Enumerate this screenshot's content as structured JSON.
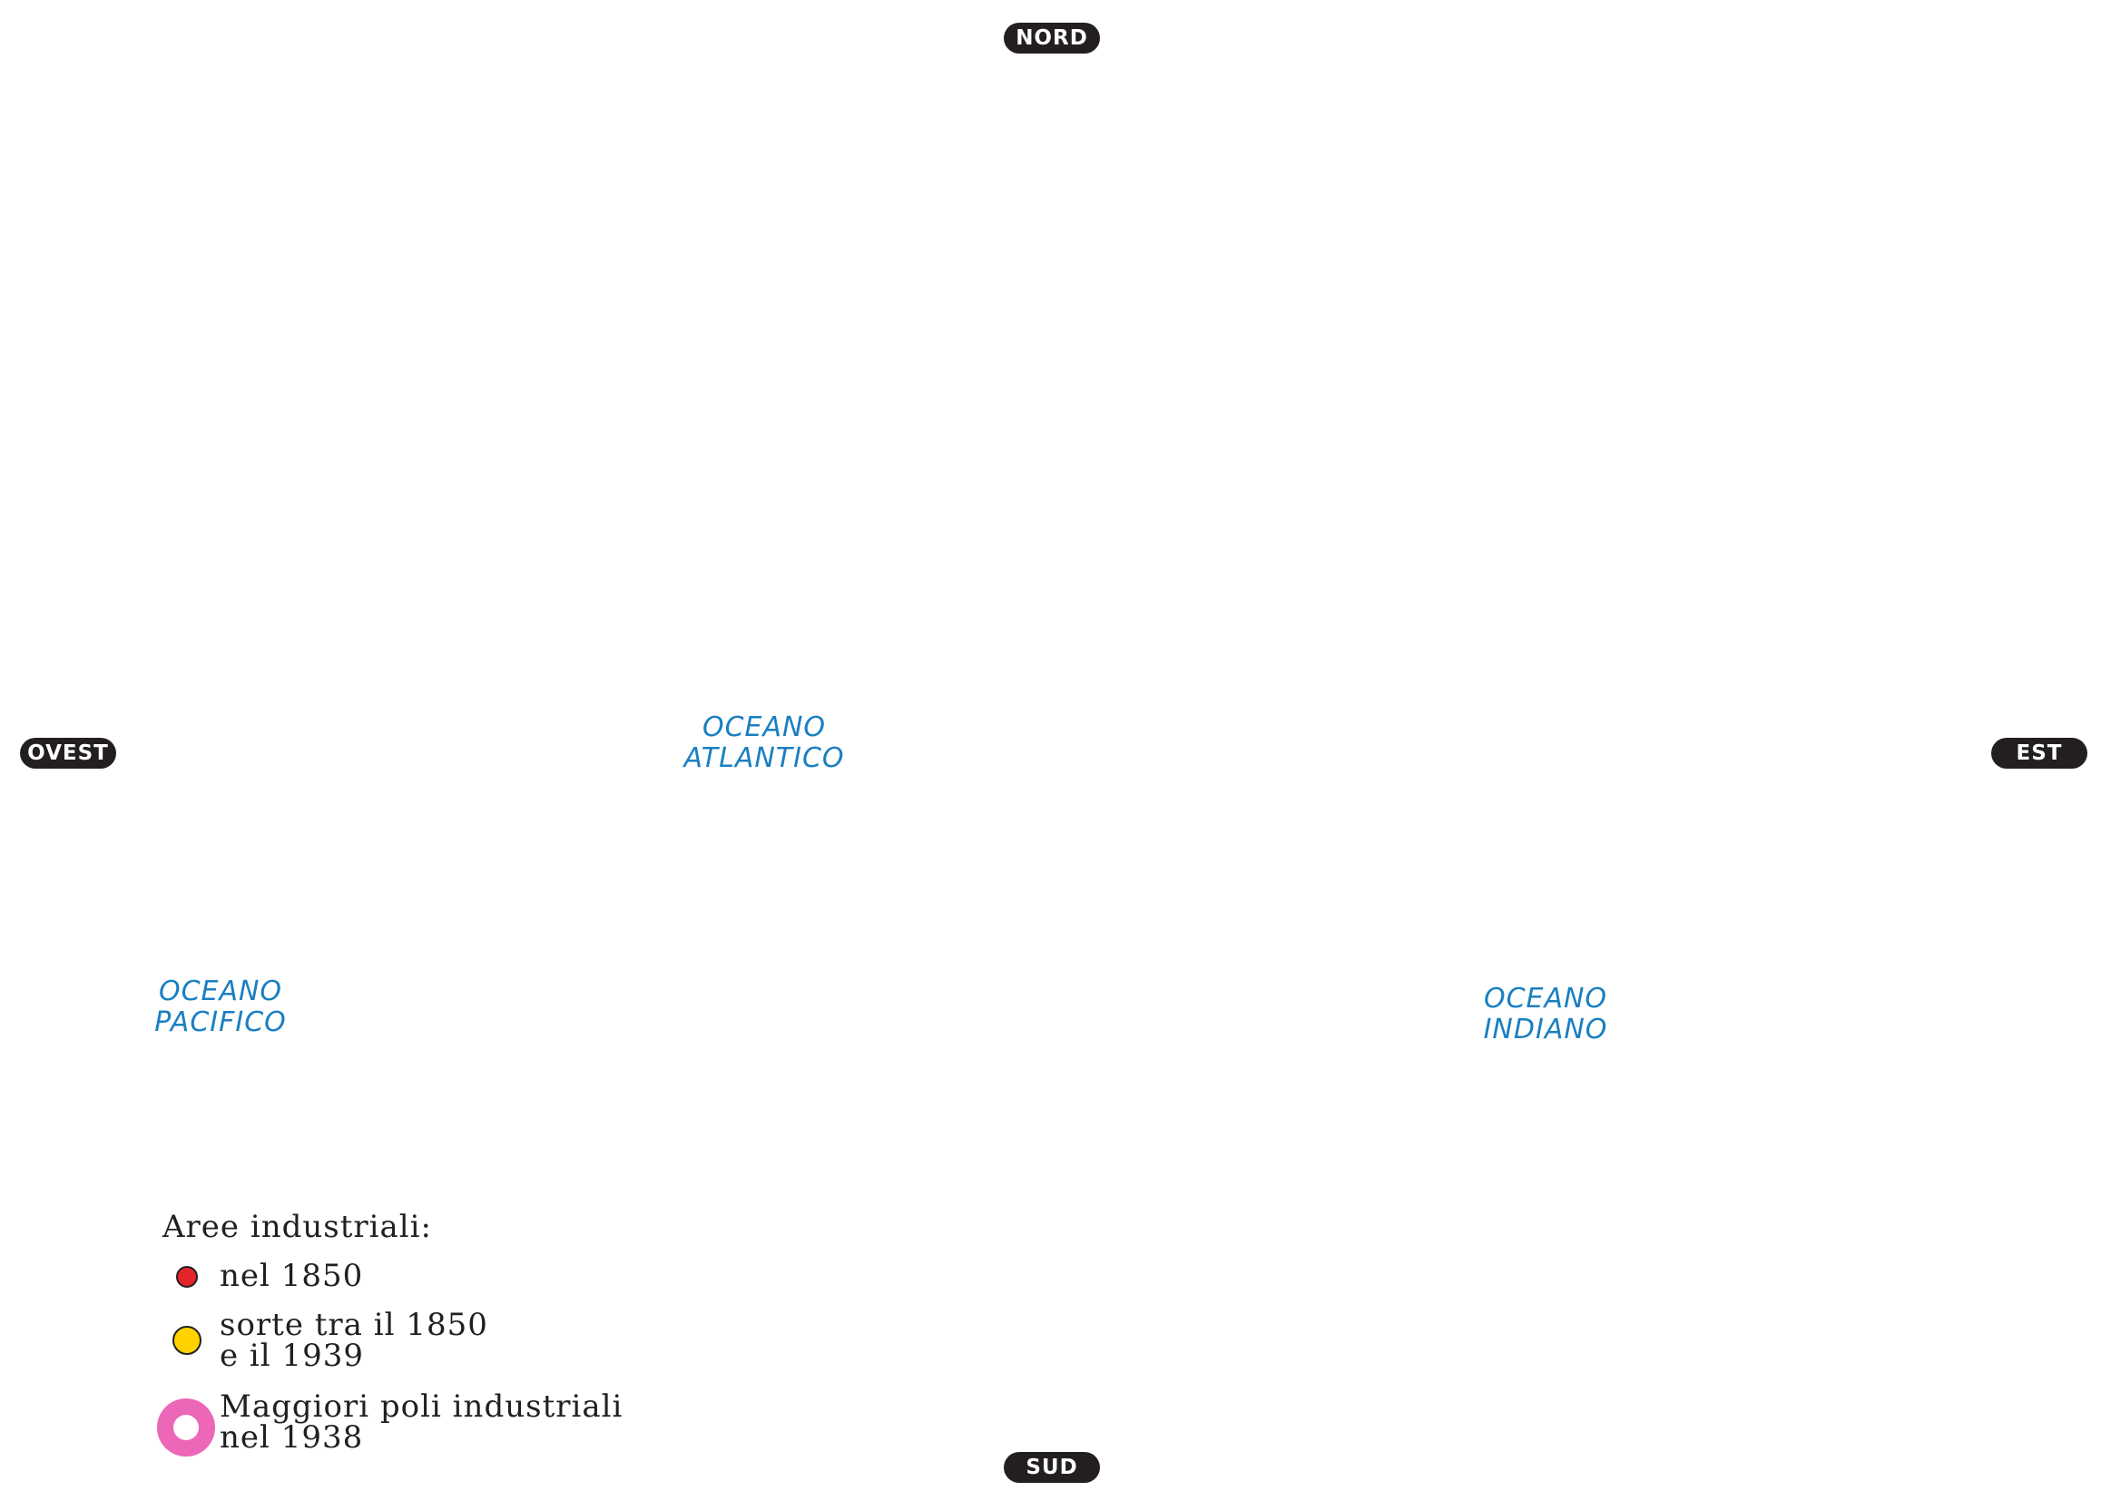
{
  "compass": {
    "north": "NORD",
    "south": "SUD",
    "west": "OVEST",
    "east": "EST"
  },
  "oceans": {
    "atlantic": [
      "OCEANO",
      "ATLANTICO"
    ],
    "pacific": [
      "OCEANO",
      "PACIFICO"
    ],
    "indian": [
      "OCEANO",
      "INDIANO"
    ]
  },
  "legend": {
    "title": "Aree industriali:",
    "items": [
      {
        "lines": [
          "nel 1850"
        ],
        "symbol": "red-dot-icon",
        "color": "#e3242b"
      },
      {
        "lines": [
          "sorte tra il 1850",
          "e il 1939"
        ],
        "symbol": "yellow-dot-icon",
        "color": "#ffd200"
      },
      {
        "lines": [
          "Maggiori poli industriali",
          "nel 1938"
        ],
        "symbol": "pink-ring-icon",
        "color": "#ec67b8"
      }
    ]
  },
  "colors": {
    "compass_bg": "#231f20",
    "compass_text": "#ffffff",
    "ocean_label": "#1a7fc1",
    "legend_text": "#231f20"
  }
}
